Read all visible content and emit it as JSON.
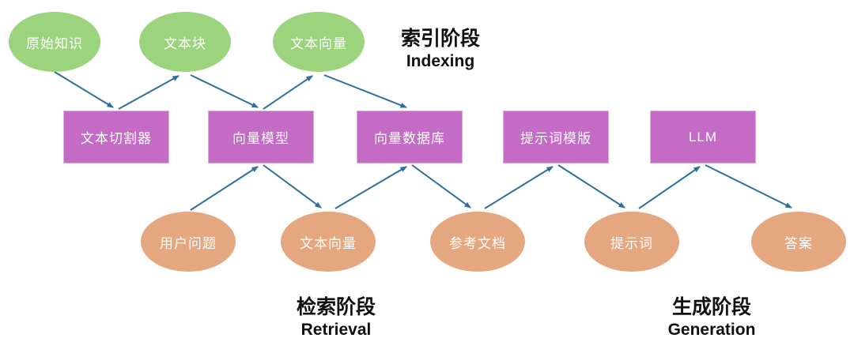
{
  "diagram": {
    "title_implicit": "RAG pipeline diagram",
    "colors": {
      "top_ellipse": "#9CD47E",
      "process_rect": "#C46BC6",
      "bottom_ellipse": "#E5A77F",
      "arrow": "#2E6F9E",
      "stage_text": "#111111",
      "node_text": "#ffffff",
      "background": "#ffffff"
    },
    "stages": [
      {
        "id": "indexing",
        "zh": "索引阶段",
        "en": "Indexing"
      },
      {
        "id": "retrieval",
        "zh": "检索阶段",
        "en": "Retrieval"
      },
      {
        "id": "generation",
        "zh": "生成阶段",
        "en": "Generation"
      }
    ],
    "nodes": [
      {
        "id": "raw-knowledge",
        "label": "原始知识",
        "shape": "ellipse",
        "row": "top"
      },
      {
        "id": "text-chunk",
        "label": "文本块",
        "shape": "ellipse",
        "row": "top"
      },
      {
        "id": "text-vector-index",
        "label": "文本向量",
        "shape": "ellipse",
        "row": "top"
      },
      {
        "id": "text-splitter",
        "label": "文本切割器",
        "shape": "rect",
        "row": "middle"
      },
      {
        "id": "embedding-model",
        "label": "向量模型",
        "shape": "rect",
        "row": "middle"
      },
      {
        "id": "vector-database",
        "label": "向量数据库",
        "shape": "rect",
        "row": "middle"
      },
      {
        "id": "prompt-template",
        "label": "提示词模版",
        "shape": "rect",
        "row": "middle"
      },
      {
        "id": "llm",
        "label": "LLM",
        "shape": "rect",
        "row": "middle"
      },
      {
        "id": "user-question",
        "label": "用户问题",
        "shape": "ellipse",
        "row": "bottom"
      },
      {
        "id": "text-vector-query",
        "label": "文本向量",
        "shape": "ellipse",
        "row": "bottom"
      },
      {
        "id": "reference-docs",
        "label": "参考文档",
        "shape": "ellipse",
        "row": "bottom"
      },
      {
        "id": "prompt",
        "label": "提示词",
        "shape": "ellipse",
        "row": "bottom"
      },
      {
        "id": "answer",
        "label": "答案",
        "shape": "ellipse",
        "row": "bottom"
      }
    ],
    "edges": [
      {
        "from": "raw-knowledge",
        "to": "text-splitter"
      },
      {
        "from": "text-splitter",
        "to": "text-chunk"
      },
      {
        "from": "text-chunk",
        "to": "embedding-model"
      },
      {
        "from": "embedding-model",
        "to": "text-vector-index"
      },
      {
        "from": "text-vector-index",
        "to": "vector-database"
      },
      {
        "from": "user-question",
        "to": "embedding-model"
      },
      {
        "from": "embedding-model",
        "to": "text-vector-query"
      },
      {
        "from": "text-vector-query",
        "to": "vector-database"
      },
      {
        "from": "vector-database",
        "to": "reference-docs"
      },
      {
        "from": "reference-docs",
        "to": "prompt-template"
      },
      {
        "from": "prompt-template",
        "to": "prompt"
      },
      {
        "from": "prompt",
        "to": "llm"
      },
      {
        "from": "llm",
        "to": "answer"
      }
    ]
  }
}
